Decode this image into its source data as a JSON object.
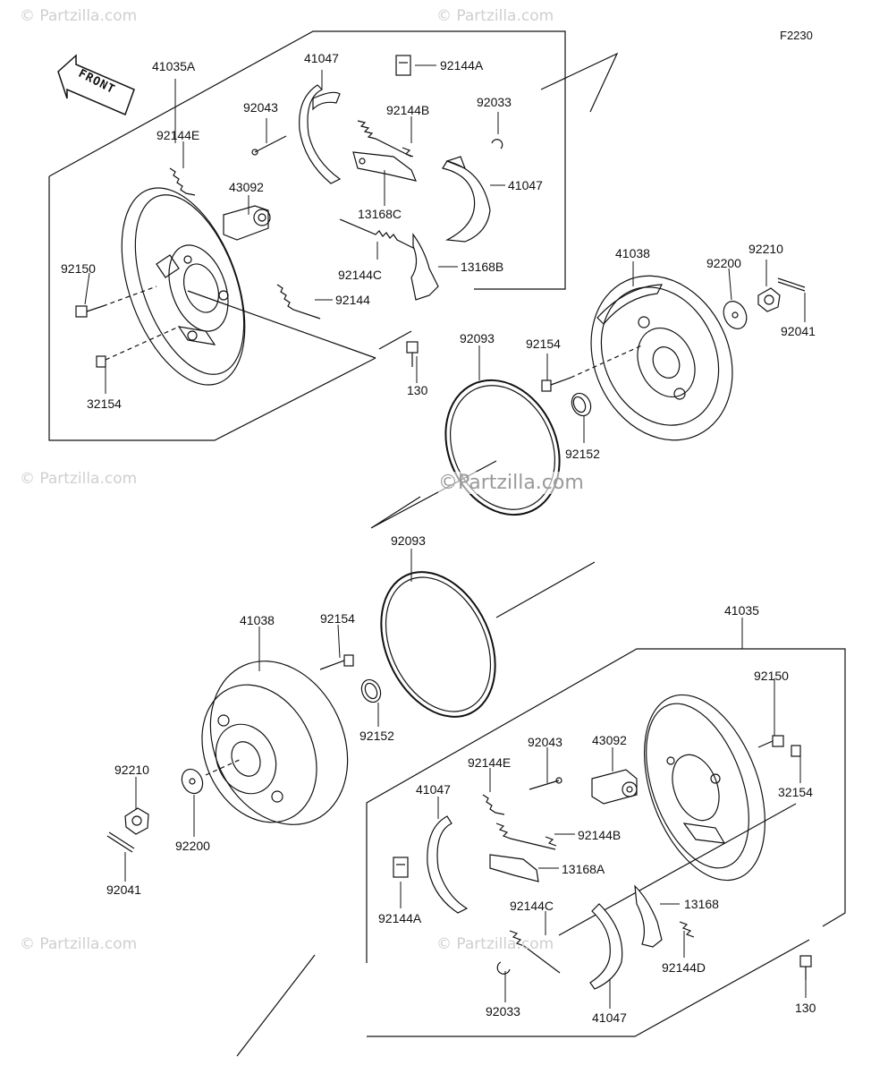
{
  "figure_code": "F2230",
  "front_label": "FRONT",
  "watermark": "© Partzilla.com",
  "watermark_center": "©Partzilla.com",
  "labels": {
    "p41035A": "41035A",
    "p41047_top": "41047",
    "p92144A_top": "92144A",
    "p92043_top": "92043",
    "p92144B_top": "92144B",
    "p92033_top": "92033",
    "p92144E_top": "92144E",
    "p43092_top": "43092",
    "p13168C": "13168C",
    "p41047_top2": "41047",
    "p92150_top": "92150",
    "p92144C_top": "92144C",
    "p13168B": "13168B",
    "p92144_top": "92144",
    "p130_top": "130",
    "p32154_top": "32154",
    "p41038_top": "41038",
    "p92200_top": "92200",
    "p92210_top": "92210",
    "p92041_top": "92041",
    "p92093_top": "92093",
    "p92154_top": "92154",
    "p92152_top": "92152",
    "p92093_bot": "92093",
    "p41038_bot": "41038",
    "p92154_bot": "92154",
    "p92152_bot": "92152",
    "p92210_bot": "92210",
    "p92200_bot": "92200",
    "p92041_bot": "92041",
    "p41035": "41035",
    "p92150_bot": "92150",
    "p32154_bot": "32154",
    "p92043_bot": "92043",
    "p43092_bot": "43092",
    "p92144E_bot": "92144E",
    "p41047_bot": "41047",
    "p92144B_bot": "92144B",
    "p13168A": "13168A",
    "p92144A_bot": "92144A",
    "p92144C_bot": "92144C",
    "p13168": "13168",
    "p92144D": "92144D",
    "p92033_bot": "92033",
    "p41047_bot2": "41047",
    "p130_bot": "130"
  }
}
